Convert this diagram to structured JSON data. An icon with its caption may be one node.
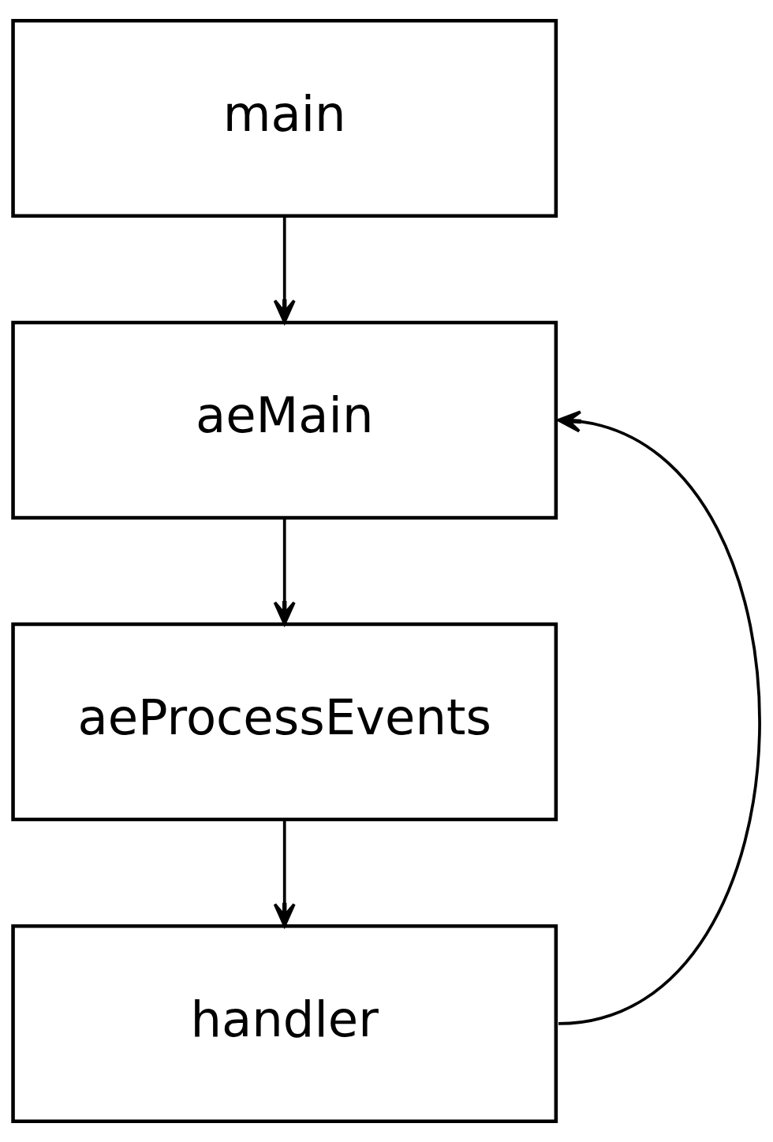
{
  "diagram": {
    "nodes": [
      {
        "text": [
          "main"
        ]
      },
      {
        "text": [
          "aeMain"
        ]
      },
      {
        "text": [
          "aeProcessEvents"
        ]
      },
      {
        "text": [
          "handler"
        ]
      }
    ],
    "edges": [
      {
        "from": 0,
        "to": 1,
        "arrow": "to"
      },
      {
        "from": 1,
        "to": 2,
        "arrow": "to"
      },
      {
        "from": 2,
        "to": 3,
        "arrow": "to"
      },
      {
        "from": 3,
        "to": 1,
        "arrow": "to"
      }
    ]
  }
}
